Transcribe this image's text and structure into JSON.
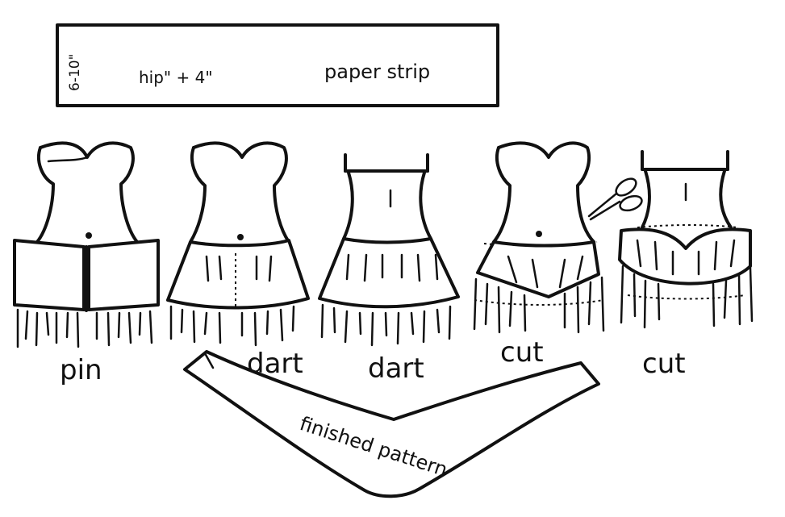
{
  "strip": {
    "measure": "6-10\"",
    "hip": "hip\" + 4\"",
    "label": "paper strip"
  },
  "steps": [
    {
      "label": "pin"
    },
    {
      "label": "dart"
    },
    {
      "label": "dart"
    },
    {
      "label": "cut"
    },
    {
      "label": "cut"
    }
  ],
  "finished": {
    "label": "finished pattern"
  },
  "colors": {
    "ink": "#111111",
    "paper": "#ffffff"
  }
}
